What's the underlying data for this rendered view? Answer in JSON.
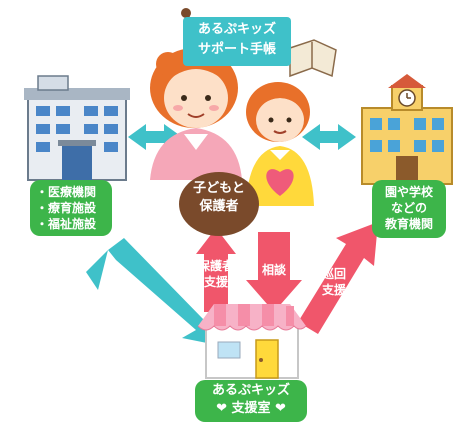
{
  "title_box": {
    "line1": "あるぷキッズ",
    "line2": "サポート手帳"
  },
  "center_bubble": {
    "line1": "子どもと",
    "line2": "保護者"
  },
  "left_box": {
    "lines": [
      "・医療機関",
      "・療育施設",
      "・福祉施設"
    ]
  },
  "right_box": {
    "lines": [
      "園や学校",
      "などの",
      "教育機関"
    ]
  },
  "arrow_support": {
    "line1": "保護者",
    "line2": "支援"
  },
  "arrow_consult": {
    "line1": "相談"
  },
  "arrow_visit": {
    "line1": "巡回",
    "line2": "支援"
  },
  "bottom_box": {
    "line1": "あるぷキッズ",
    "line2": "❤ 支援室 ❤"
  },
  "colors": {
    "teal": "#3fc1c9",
    "green": "#3db54a",
    "pink": "#f0566b",
    "brown": "#7a4a2b",
    "hair": "#e8702a",
    "skin": "#fde0c8",
    "yellow_shirt": "#ffd93b"
  }
}
